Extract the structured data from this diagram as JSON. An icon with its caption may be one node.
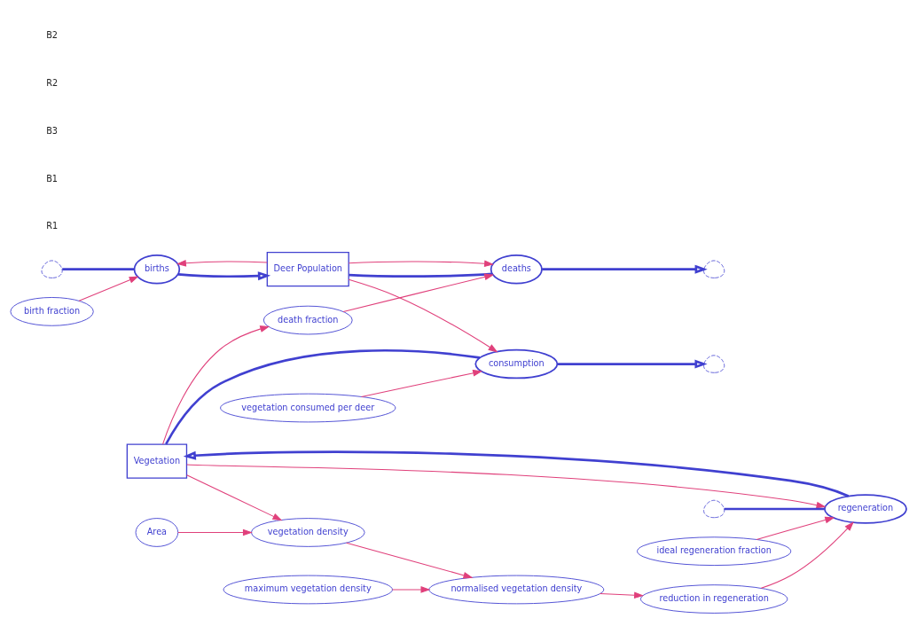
{
  "diagram": {
    "nodes": [
      {
        "text": [],
        "shape": "cloud"
      },
      {
        "text": [
          "births"
        ]
      },
      {
        "text": [
          "Deer Population"
        ]
      },
      {
        "text": [
          "deaths"
        ]
      },
      {
        "text": [],
        "shape": "cloud"
      },
      {
        "text": [
          "birth fraction"
        ]
      },
      {
        "text": [
          "death fraction"
        ]
      },
      {
        "text": [],
        "shape": "cloud"
      },
      {
        "text": [
          "consumption"
        ]
      },
      {
        "text": [
          "Vegetation"
        ]
      },
      {
        "text": [
          "regeneration"
        ]
      },
      {
        "text": [],
        "shape": "cloud"
      },
      {
        "text": [
          "ideal regeneration fraction"
        ]
      },
      {
        "text": [
          "vegetation consumed per deer"
        ]
      },
      {
        "text": [
          "vegetation density"
        ]
      },
      {
        "text": [
          "Area"
        ]
      },
      {
        "text": [
          "normalised vegetation density"
        ]
      },
      {
        "text": [
          "reduction in regeneration"
        ]
      },
      {
        "text": [
          "maximum vegetation density"
        ]
      }
    ],
    "edges": [
      {
        "from": 0,
        "to": 1,
        "arrow": "none",
        "style": "thick",
        "color": "#4040d0"
      },
      {
        "from": 1,
        "to": 2,
        "arrow": "to",
        "style": "thick",
        "color": "#4040d0"
      },
      {
        "from": 2,
        "to": 3,
        "arrow": "none",
        "style": "thick",
        "color": "#4040d0"
      },
      {
        "from": 3,
        "to": 4,
        "arrow": "to",
        "style": "thick",
        "color": "#4040d0"
      },
      {
        "from": 9,
        "to": 8,
        "arrow": "none",
        "style": "thick",
        "color": "#4040d0"
      },
      {
        "from": 8,
        "to": 7,
        "arrow": "to",
        "style": "thick",
        "color": "#4040d0"
      },
      {
        "from": 11,
        "to": 10,
        "arrow": "none",
        "style": "thick",
        "color": "#4040d0"
      },
      {
        "from": 10,
        "to": 9,
        "arrow": "to",
        "style": "thick",
        "color": "#4040d0"
      },
      {
        "from": 2,
        "to": 1,
        "arrow": "to"
      },
      {
        "from": 2,
        "to": 3,
        "arrow": "to"
      },
      {
        "from": 5,
        "to": 1,
        "arrow": "to"
      },
      {
        "from": 6,
        "to": 3,
        "arrow": "to"
      },
      {
        "from": 2,
        "to": 8,
        "arrow": "to"
      },
      {
        "from": 9,
        "to": 6,
        "arrow": "to"
      },
      {
        "from": 12,
        "to": 10,
        "arrow": "to"
      },
      {
        "from": 9,
        "to": 10,
        "arrow": "to"
      },
      {
        "from": 13,
        "to": 8,
        "arrow": "to"
      },
      {
        "from": 9,
        "to": 14,
        "arrow": "to"
      },
      {
        "from": 15,
        "to": 14,
        "arrow": "to"
      },
      {
        "from": 14,
        "to": 16,
        "arrow": "to"
      },
      {
        "from": 18,
        "to": 16,
        "arrow": "to"
      },
      {
        "from": 16,
        "to": 17,
        "arrow": "to"
      },
      {
        "from": 17,
        "to": 10,
        "arrow": "to"
      }
    ],
    "labels": [
      "R1",
      "B1",
      "B3",
      "R2",
      "B2"
    ]
  }
}
